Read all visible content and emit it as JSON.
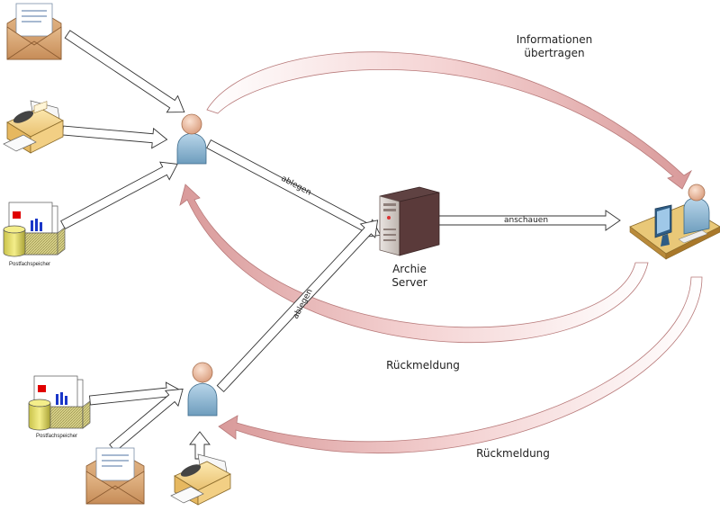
{
  "labels": {
    "info_transfer": "Informationen\nübertragen",
    "server": "Archie\nServer",
    "feedback_mid": "Rückmeldung",
    "feedback_bottom": "Rückmeldung",
    "upload_top": "ablegen",
    "upload_bottom": "ablegen",
    "view": "anschauen",
    "storage_top": "Postfachspeicher",
    "storage_bottom": "Postfachspeicher"
  },
  "colors": {
    "curve_fill": "#f2c9c9",
    "curve_edge": "#b87a7a",
    "arrow_fill": "#ffffff",
    "arrow_edge": "#333333",
    "person_body": "#8fb7d3",
    "person_head": "#f0c2a5",
    "envelope": "#d9a77a",
    "server": "#5a3a3a"
  }
}
